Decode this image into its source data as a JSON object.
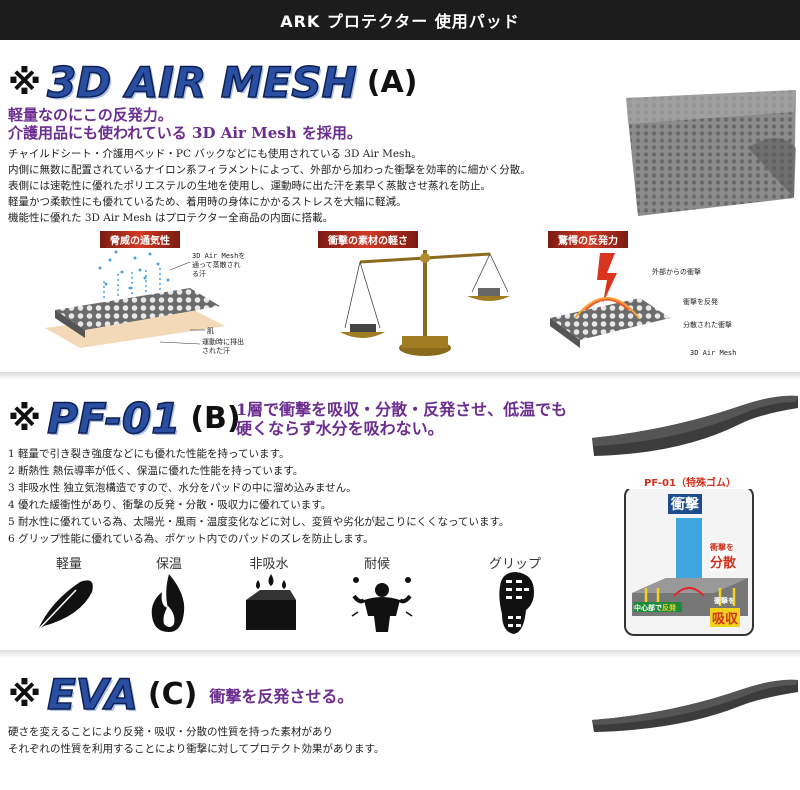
{
  "header": {
    "title": "ARK プロテクター 使用パッド"
  },
  "section_a": {
    "mark": "※",
    "name": "3D AIR MESH",
    "code": "(A)",
    "headline": [
      "軽量なのにこの反発力。",
      "介護用品にも使われている 3D Air Mesh を採用。"
    ],
    "lines": [
      "チャイルドシート・介護用ベッド・PC バックなどにも使用されている 3D Air Mesh。",
      "内側に無数に配置されているナイロン系フィラメントによって、外部から加わった衝撃を効率的に細かく分散。",
      "表側には速乾性に優れたポリエステルの生地を使用し、運動時に出た汗を素早く蒸散させ蒸れを防止。",
      "軽量かつ柔軟性にも優れているため、着用時の身体にかかるストレスを大幅に軽減。",
      "機能性に優れた 3D Air Mesh はプロテクター全商品の内面に搭載。"
    ],
    "panel1": {
      "label": "脅威の通気性",
      "note_top": [
        "3D Air Meshを",
        "通って蒸散され",
        "る汗"
      ],
      "note_skin": "肌",
      "note_bottom": [
        "運動時に排出",
        "された汗"
      ]
    },
    "panel2": {
      "label": "衝撃の素材の軽さ"
    },
    "panel3": {
      "label": "驚愕の反発力",
      "notes": [
        "外部からの衝撃",
        "衝撃を反発",
        "分散された衝撃",
        "3D Air Mesh"
      ]
    }
  },
  "section_b": {
    "mark": "※",
    "name": "PF-01",
    "code": "(B)",
    "headline": [
      "1層で衝撃を吸収・分散・反発させ、低温でも",
      "硬くならず水分を吸わない。"
    ],
    "items": [
      "1 軽量で引き裂き強度などにも優れた性能を持っています。",
      "2 断熱性 熱伝導率が低く、保温に優れた性能を持っています。",
      "3 非吸水性 独立気泡構造ですので、水分をパッドの中に溜め込みません。",
      "4 優れた緩衝性があり、衝撃の反発・分散・吸収力に優れています。",
      "5 耐水性に優れている為、太陽光・風雨・温度変化などに対し、変質や劣化が起こりにくくなっています。",
      "6 グリップ性能に優れている為、ポケット内でのパッドのズレを防止します。"
    ],
    "icons": [
      {
        "label": "軽量",
        "icon": "feather-icon"
      },
      {
        "label": "保温",
        "icon": "flame-icon"
      },
      {
        "label": "非吸水",
        "icon": "water-box-icon"
      },
      {
        "label": "耐候",
        "icon": "weather-figure-icon"
      },
      {
        "label": "グリップ",
        "icon": "shoe-sole-icon"
      }
    ],
    "diagram": {
      "title": "PF-01（特殊ゴム）",
      "impact": "衝撃",
      "rebound": "衝撃を",
      "disperse": "分散",
      "center": "中心部で",
      "center2": "反発",
      "absorb_top": "衝撃を",
      "absorb": "吸収"
    }
  },
  "section_c": {
    "mark": "※",
    "name": "EVA",
    "code": "(C)",
    "headline": "衝撃を反発させる。",
    "lines": [
      "硬さを変えることにより反発・吸収・分散の性質を持った素材があり",
      "それぞれの性質を利用することにより衝撃に対してプロテクト効果があります。"
    ]
  },
  "colors": {
    "accent_blue": "#2a4fa0",
    "headline_purple": "#6b2d8f",
    "label_red": "#c8321f",
    "header_bg": "#1c1c1c"
  }
}
